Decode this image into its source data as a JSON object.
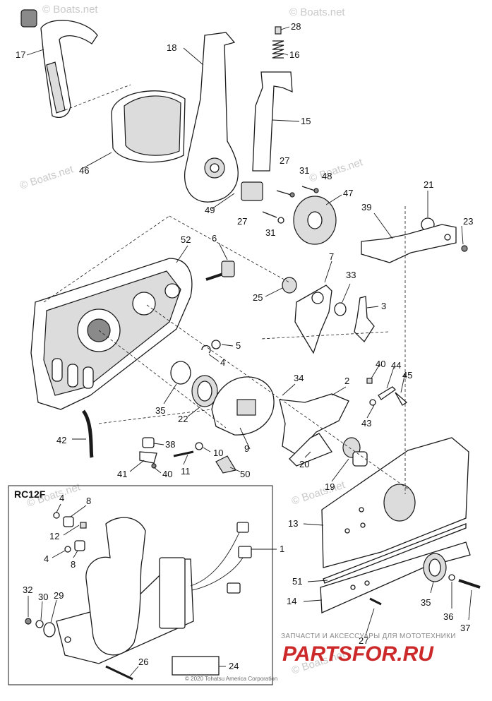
{
  "inset_title": "RC12F",
  "watermark": "© Boats.net",
  "footer_copyright": "© 2020 Tohatsu America Corporation",
  "shop_text": "ЗАПЧАСТИ И АКСЕССУАРЫ ДЛЯ МОТОТЕХНИКИ",
  "shop_logo": "PARTSFOR.RU",
  "labels": {
    "n1": "1",
    "n2": "2",
    "n3": "3",
    "n4a": "4",
    "n4b": "4",
    "n4c": "4",
    "n5": "5",
    "n6": "6",
    "n7": "7",
    "n8a": "8",
    "n8b": "8",
    "n9": "9",
    "n10": "10",
    "n11": "11",
    "n12": "12",
    "n13": "13",
    "n14": "14",
    "n15": "15",
    "n16": "16",
    "n17": "17",
    "n18": "18",
    "n19": "19",
    "n20": "20",
    "n21": "21",
    "n22": "22",
    "n23": "23",
    "n24": "24",
    "n25": "25",
    "n26": "26",
    "n27a": "27",
    "n27b": "27",
    "n27c": "27",
    "n28": "28",
    "n29": "29",
    "n30": "30",
    "n31a": "31",
    "n31b": "31",
    "n32": "32",
    "n33": "33",
    "n34": "34",
    "n35a": "35",
    "n35b": "35",
    "n36": "36",
    "n37": "37",
    "n38": "38",
    "n39": "39",
    "n40a": "40",
    "n40b": "40",
    "n41": "41",
    "n42": "42",
    "n43": "43",
    "n44": "44",
    "n45": "45",
    "n46": "46",
    "n47": "47",
    "n48": "48",
    "n49": "49",
    "n50": "50",
    "n51": "51",
    "n52": "52"
  },
  "colors": {
    "line": "#1a1a1a",
    "watermark": "#c9c9c9",
    "logo": "#cc2a2a"
  }
}
